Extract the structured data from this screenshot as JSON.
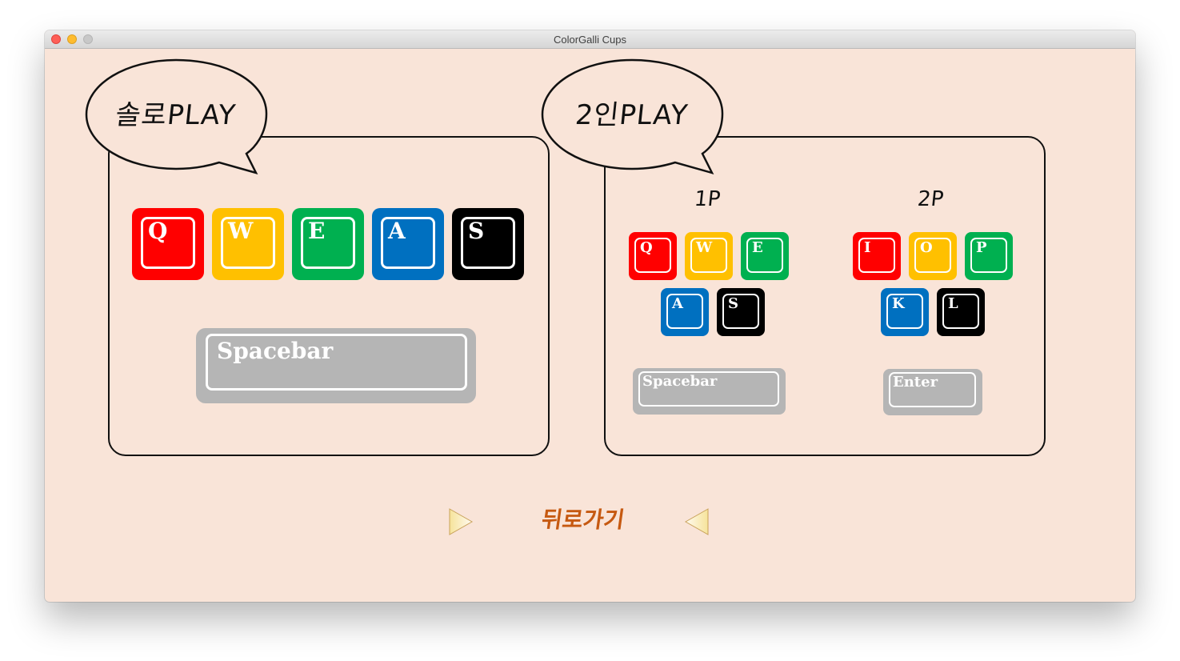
{
  "window": {
    "title": "ColorGalli Cups"
  },
  "solo": {
    "title": "솔로PLAY",
    "keys": [
      "Q",
      "W",
      "E",
      "A",
      "S"
    ],
    "action_key": "Spacebar"
  },
  "duo": {
    "title": "2인PLAY",
    "p1": {
      "label": "1P",
      "keys": [
        "Q",
        "W",
        "E",
        "A",
        "S"
      ],
      "action_key": "Spacebar"
    },
    "p2": {
      "label": "2P",
      "keys": [
        "I",
        "O",
        "P",
        "K",
        "L"
      ],
      "action_key": "Enter"
    }
  },
  "back": {
    "label": "뒤로가기"
  },
  "colors": {
    "background": "#f9e4d8",
    "red": "#ff0000",
    "yellow": "#ffc000",
    "green": "#00b050",
    "blue": "#0070c0",
    "black": "#000000",
    "gray": "#b5b5b5",
    "back_text": "#c65911"
  }
}
